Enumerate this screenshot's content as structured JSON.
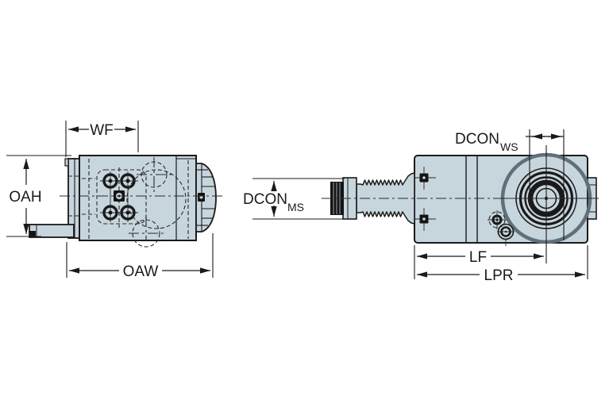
{
  "labels": {
    "wf": "WF",
    "oah": "OAH",
    "oaw": "OAW",
    "dcon_ms": "DCON",
    "dcon_ms_sub": "MS",
    "dcon_ws": "DCON",
    "dcon_ws_sub": "WS",
    "lf": "LF",
    "lpr": "LPR"
  },
  "colors": {
    "body_fill": "#c7d5dd",
    "line_color": "#1a1a1a",
    "ring_gray": "#5f7078",
    "dark_fill": "#141414",
    "bg": "#ffffff"
  }
}
